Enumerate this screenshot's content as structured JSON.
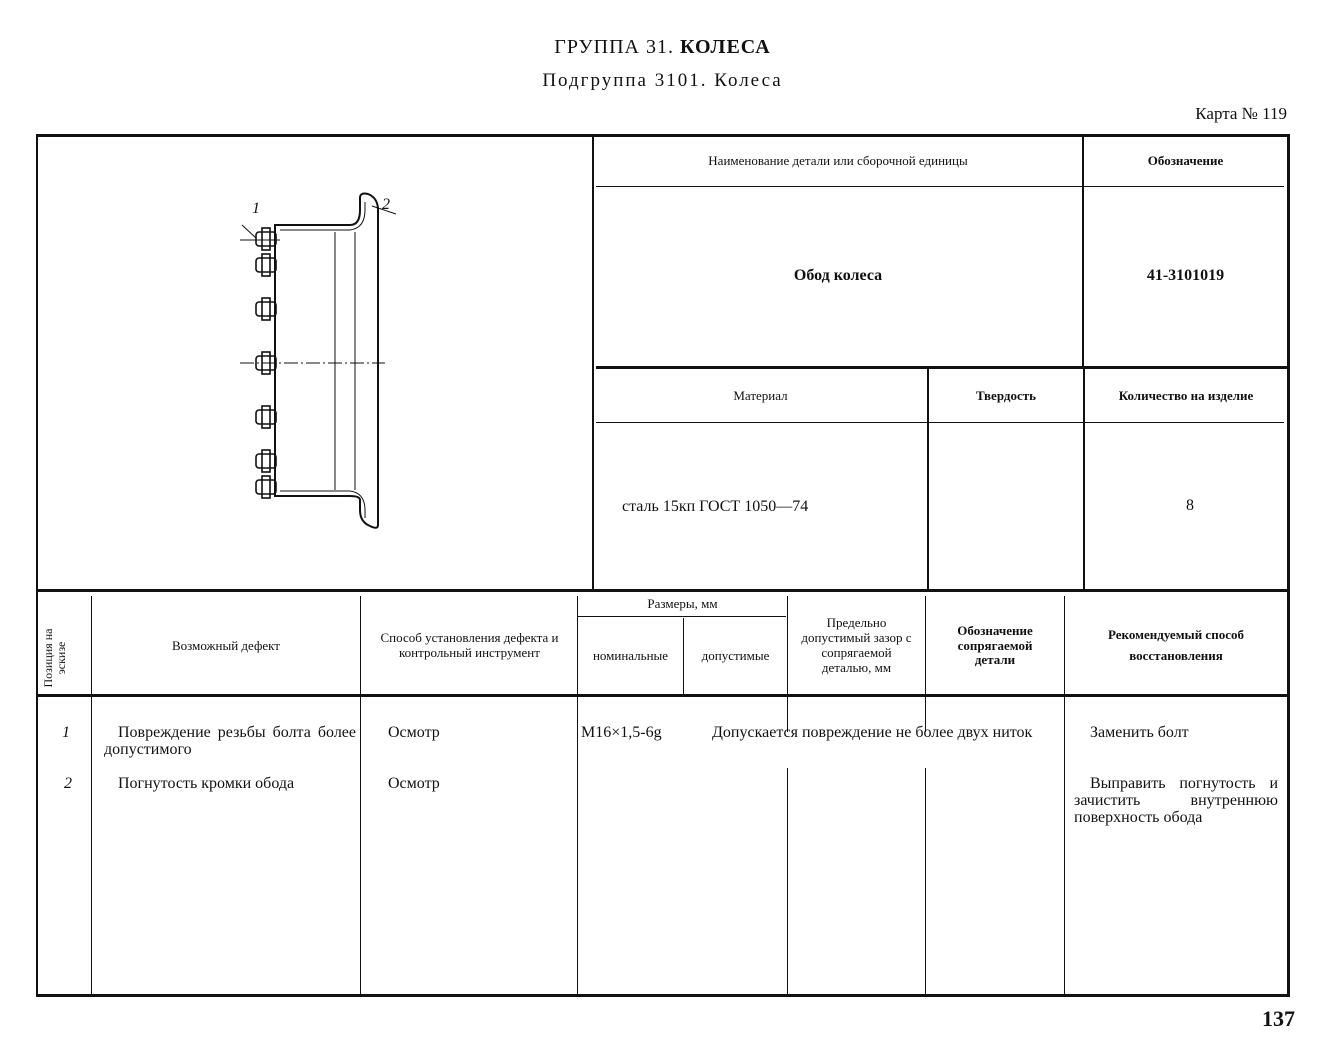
{
  "header": {
    "group_prefix": "ГРУППА 31.",
    "group_name": "КОЛЕСА",
    "subgroup": "Подгруппа 3101. Колеса",
    "card": "Карта № 119"
  },
  "sketch": {
    "label_1": "1",
    "label_2": "2"
  },
  "part_info": {
    "name_header": "Наименование детали или сборочной единицы",
    "designation_header": "Обозначение",
    "name": "Обод колеса",
    "designation": "41-3101019",
    "material_header": "Материал",
    "hardness_header": "Твердость",
    "quantity_header": "Количество на изделие",
    "material": "сталь 15кп ГОСТ 1050—74",
    "hardness": "",
    "quantity": "8"
  },
  "defects_table": {
    "headers": {
      "position": "Позиция на эскизе",
      "defect": "Возможный дефект",
      "method": "Способ установления дефекта и контрольный инструмент",
      "sizes": "Размеры, мм",
      "nominal": "номинальные",
      "allowed": "допустимые",
      "clearance": "Предельно допустимый зазор с сопря­гаемой деталью, мм",
      "mating": "Обозначение сопрягаемой детали",
      "recovery": "Рекомендуемый способ восстановления"
    },
    "rows": [
      {
        "pos": "1",
        "defect": "Повреждение резьбы болта более допустимого",
        "method": "Осмотр",
        "nominal": "M16×1,5-6g",
        "allowed_note": "Допускается повреждение не более двух ниток",
        "recovery": "Заменить болт"
      },
      {
        "pos": "2",
        "defect": "Погнутость кромки обода",
        "method": "Осмотр",
        "nominal": "",
        "allowed_note": "",
        "recovery": "Выправить погнутость и зачистить внутреннюю поверхность обода"
      }
    ]
  },
  "page_number": "137"
}
